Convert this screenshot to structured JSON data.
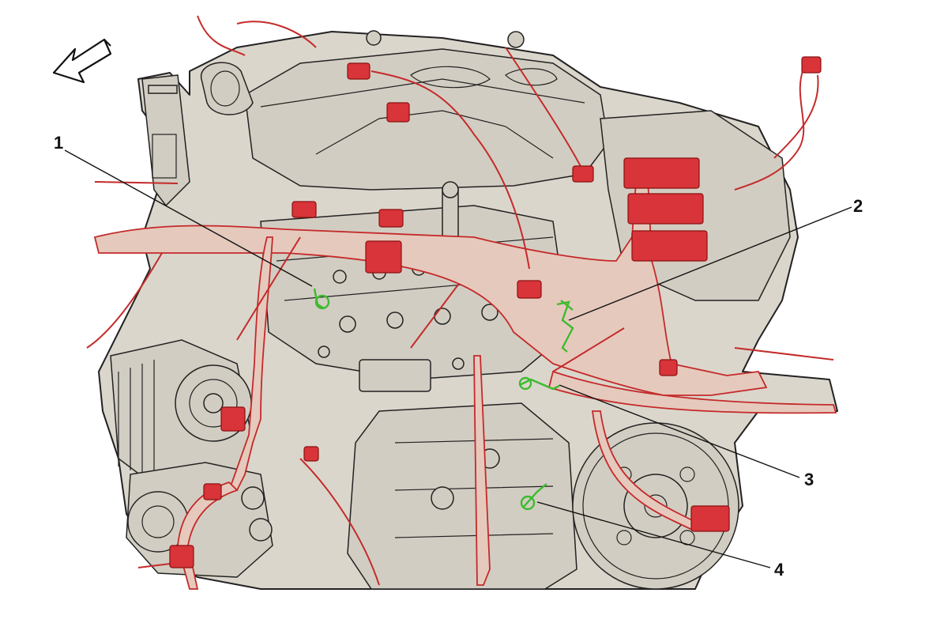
{
  "diagram": {
    "direction_arrow": "front-arrow-icon",
    "colors": {
      "engine_fill": "#dbd6cc",
      "harness_red": "#c42a2a",
      "connector_red": "#d8343a",
      "ground_green": "#3dbb2f",
      "outline": "#222222"
    },
    "callouts": [
      {
        "id": "1",
        "label": "1"
      },
      {
        "id": "2",
        "label": "2"
      },
      {
        "id": "3",
        "label": "3"
      },
      {
        "id": "4",
        "label": "4"
      }
    ]
  }
}
